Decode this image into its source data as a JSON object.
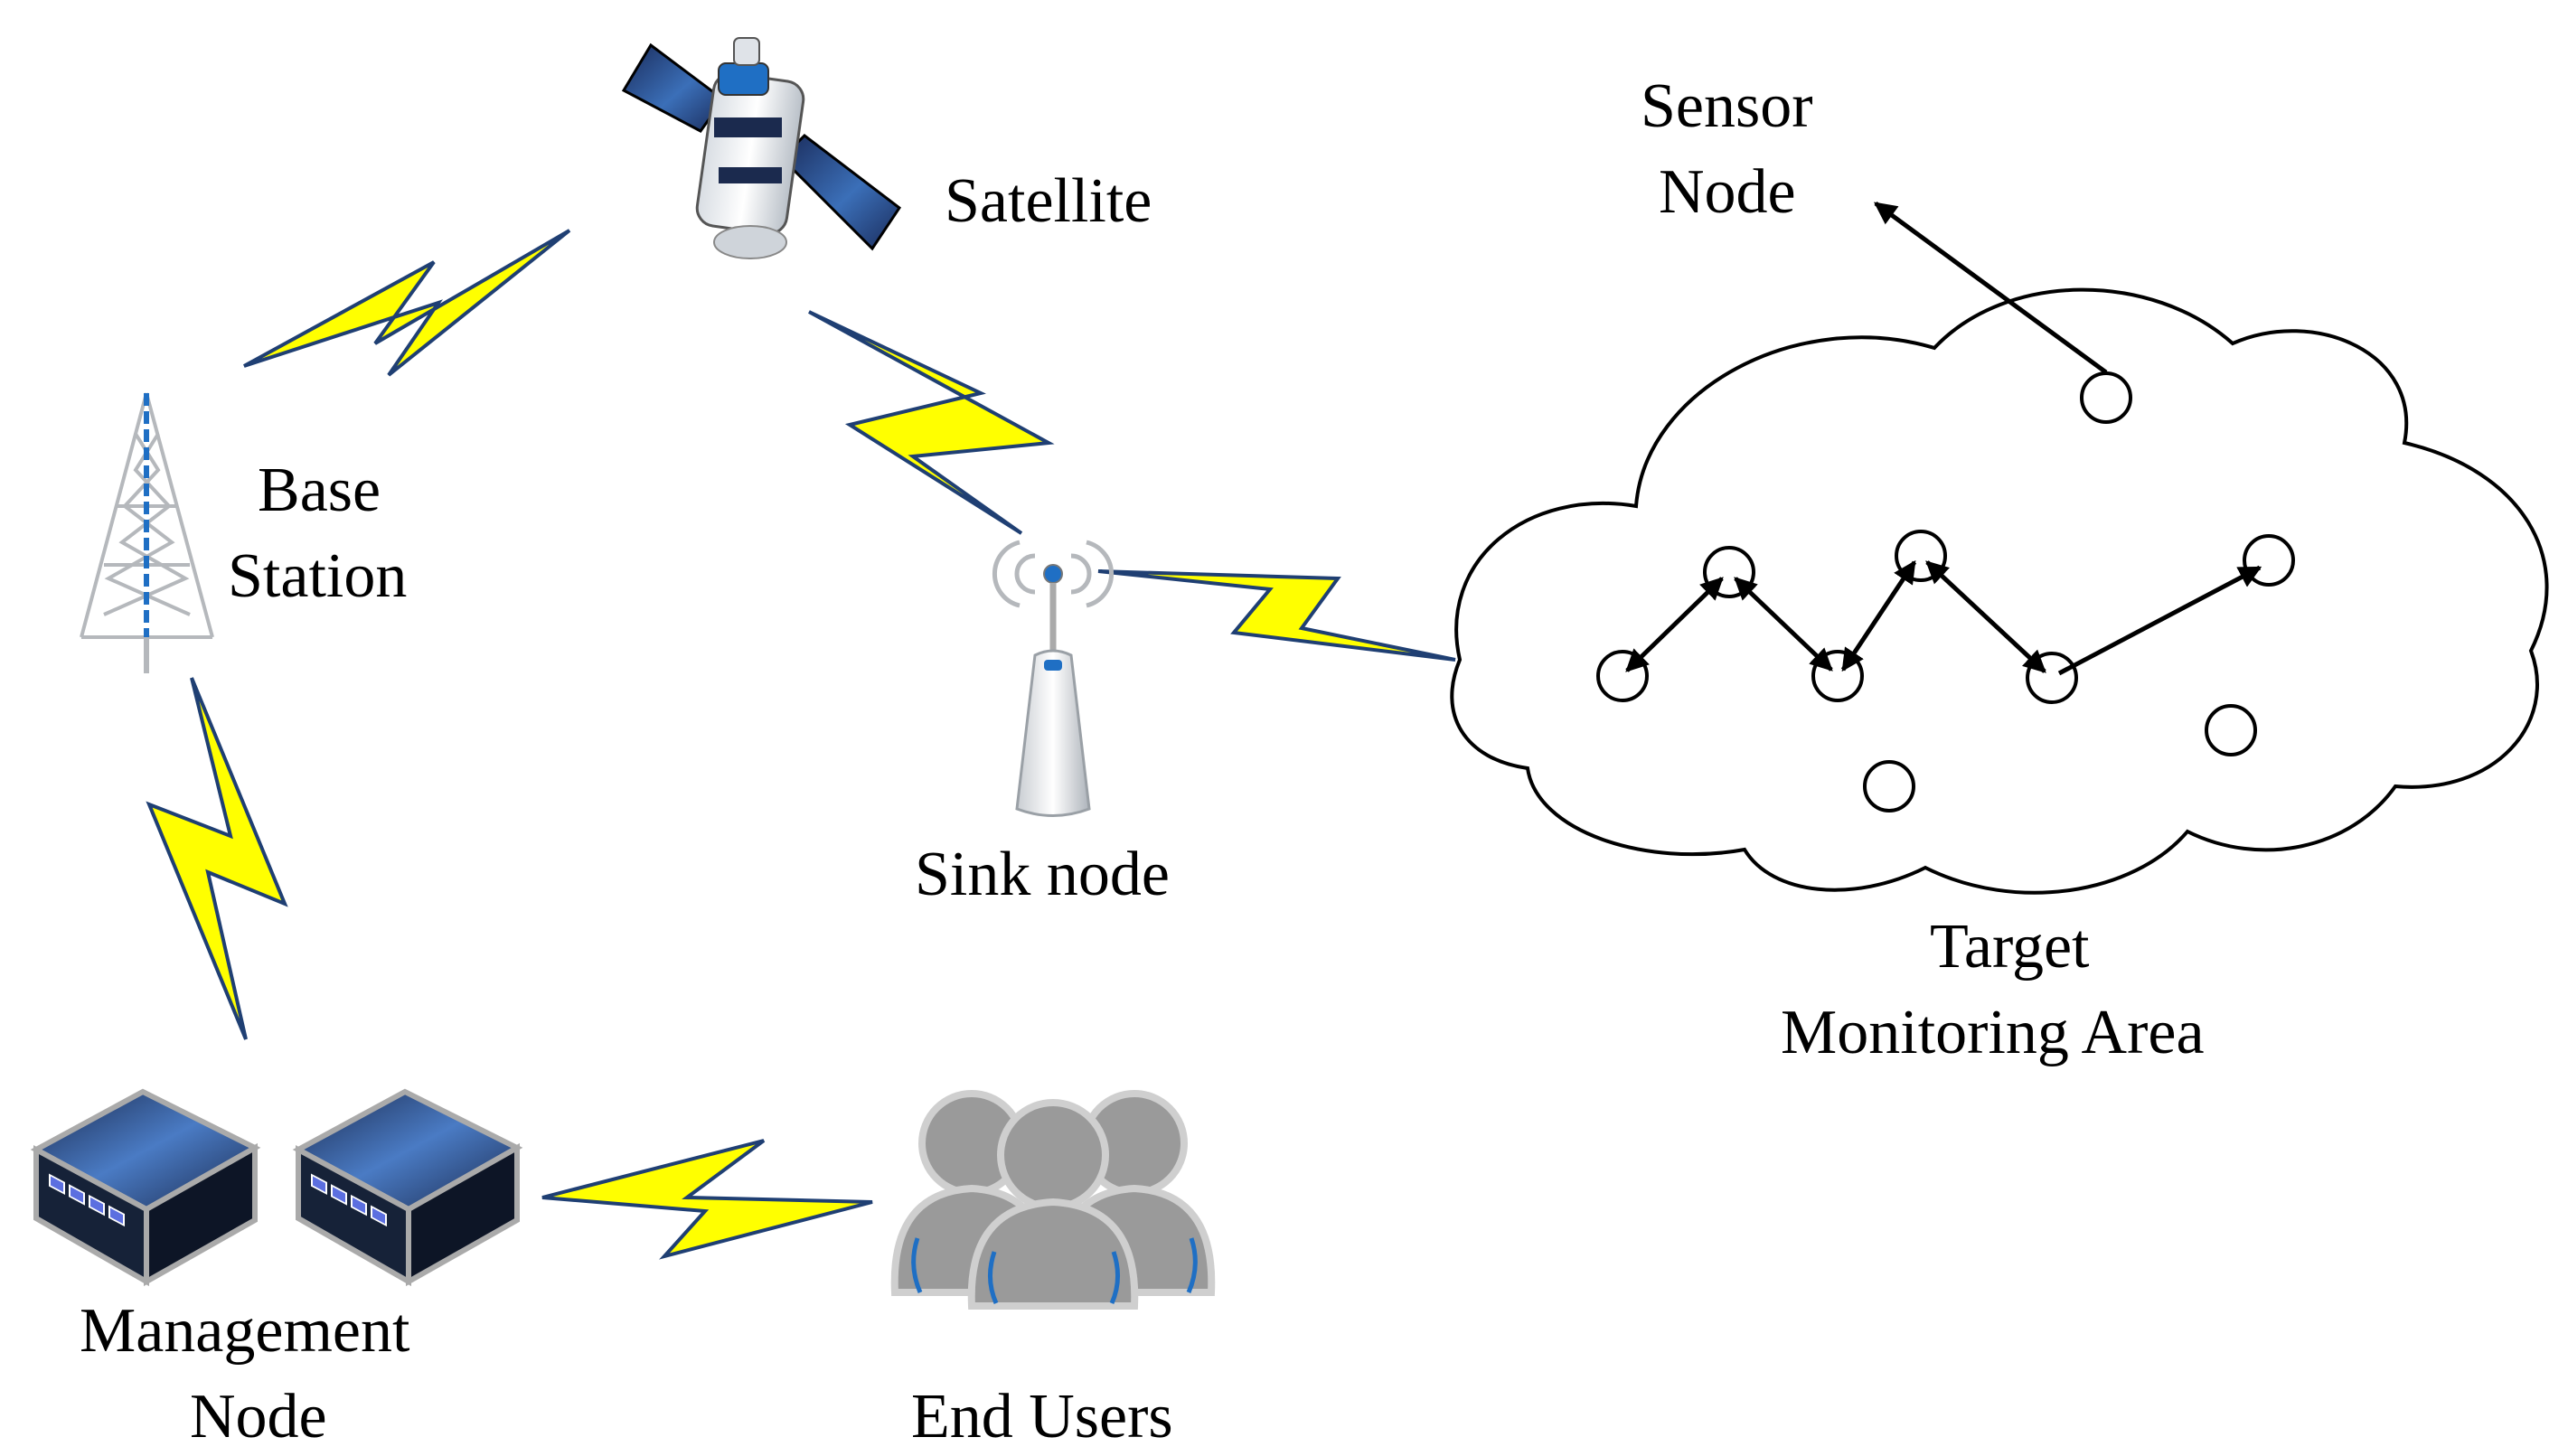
{
  "labels": {
    "satellite": "Satellite",
    "sensor_node": [
      "Sensor",
      "Node"
    ],
    "base_station": [
      "Base",
      "Station"
    ],
    "sink_node": "Sink node",
    "target_area": [
      "Target",
      "Monitoring Area"
    ],
    "management_node": [
      "Management",
      "Node"
    ],
    "end_users": "End Users"
  },
  "colors": {
    "lightning_fill": "#ffff00",
    "lightning_stroke": "#1f3f73",
    "accent_blue": "#1f6fc4",
    "device_dark": "#1b2a4e",
    "people_gray": "#9a9a9a"
  },
  "icons": [
    "satellite-icon",
    "tower-icon",
    "router-icon",
    "server-icon",
    "users-icon",
    "cloud-shape",
    "sensor-node-marker"
  ]
}
